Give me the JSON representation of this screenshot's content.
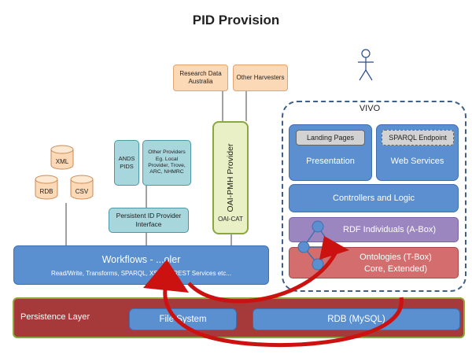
{
  "title": "PID Provision",
  "harvesters": {
    "research_data_australia": "Research Data Australia",
    "other_harvesters": "Other Harvesters"
  },
  "datastores": {
    "xml": "XML",
    "rdb": "RDB",
    "csv": "CSV"
  },
  "ands_pids": "ANDS PIDS",
  "other_providers": "Other Providers Eg. Local Provider, Trove, ARC, NHMRC",
  "persistent_id_interface": "Persistent ID Provider Interface",
  "oai_pmh": {
    "title": "OAI-PMH Provider",
    "sub": "OAI-CAT"
  },
  "vivo": {
    "title": "VIVO",
    "landing_pages": "Landing Pages",
    "presentation": "Presentation",
    "sparql_endpoint": "SPARQL Endpoint",
    "web_services": "Web Services",
    "controllers": "Controllers and Logic",
    "rdf_individuals": "RDF Individuals (A-Box)",
    "ontologies_line1": "Ontologies (T-Box)",
    "ontologies_line2": "Core, Extended)"
  },
  "workflows": {
    "title": "Workflows - ...oler",
    "sub": "Read/Write, Transforms, SPARQL, XSLT ... REST Services etc..."
  },
  "persistence": {
    "label": "Persistence Layer",
    "file_system": "File System",
    "rdb": "RDB (MySQL)"
  },
  "colors": {
    "arrow": "#cc1111",
    "persistence_bg": "#a63a3a",
    "blue": "#5a8fd0"
  }
}
